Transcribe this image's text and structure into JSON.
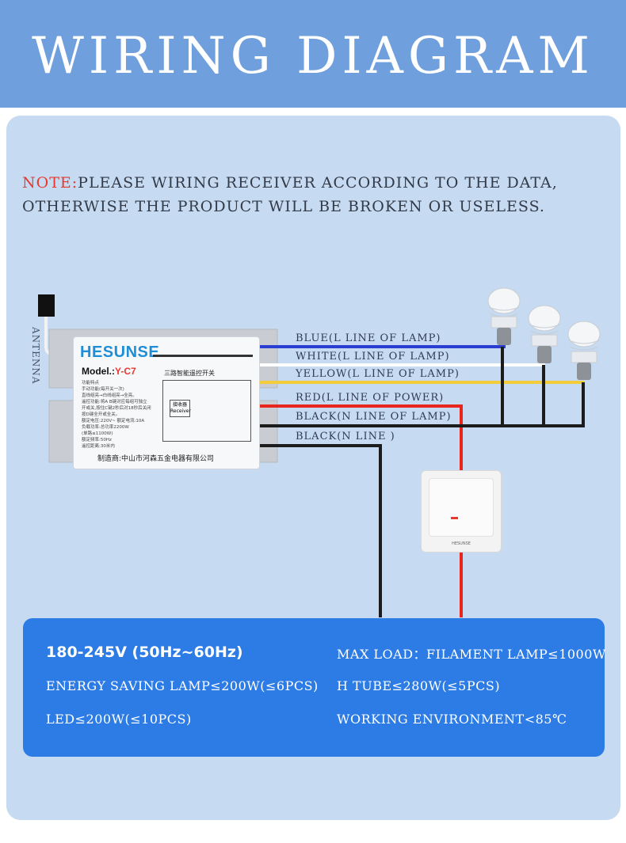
{
  "header": {
    "title": "WIRING DIAGRAM"
  },
  "note": {
    "label": "NOTE:",
    "text": "PLEASE WIRING RECEIVER ACCORDING TO THE DATA, OTHERWISE THE PRODUCT WILL BE BROKEN OR USELESS."
  },
  "antenna": {
    "label": "ANTENNA"
  },
  "wires": [
    {
      "label": "BLUE(L LINE OF LAMP)",
      "color": "#2a3fd1"
    },
    {
      "label": "WHITE(L LINE OF LAMP)",
      "color": "#ffffff"
    },
    {
      "label": "YELLOW(L LINE OF LAMP)",
      "color": "#f2cc3a"
    },
    {
      "label": "RED(L LINE OF POWER)",
      "color": "#e8261e"
    },
    {
      "label": "BLACK(N LINE OF LAMP)",
      "color": "#1c1c1c"
    },
    {
      "label": "BLACK(N LINE )",
      "color": "#1c1c1c"
    }
  ],
  "receiver": {
    "brand": "HESUNSE",
    "model_label": "Model.:",
    "model_value": "Y-C7",
    "title": "三路智能遥控开关",
    "rx_label": "接收器 Receiver",
    "maker": "制造商:中山市河森五金电器有限公司",
    "spec_lines": [
      "功能特点",
      "手动功能(每开关一次)",
      "直线组亮→白线组亮→全亮。",
      "遥控功能:将A B键对应每组可独立",
      "开或关,按住C键2秒后对18秒后关闭",
      "按D键全开或全关。",
      "额定电压:220V~ 额定电流:10A",
      "负载功率:总功率2200W",
      "(单路≤1100W)",
      "额定频率:50Hz",
      "遥控距离:30米内"
    ]
  },
  "switch": {
    "brand": "HESUNSE"
  },
  "specs": {
    "voltage": "180-245V (50Hz~60Hz)",
    "max_load": "MAX LOAD：FILAMENT LAMP≤1000W",
    "energy_saving": "ENERGY SAVING LAMP≤200W(≤6PCS)",
    "h_tube": "H TUBE≤280W(≤5PCS)",
    "led": "LED≤200W(≤10PCS)",
    "environment": "WORKING ENVIRONMENT<85℃"
  }
}
